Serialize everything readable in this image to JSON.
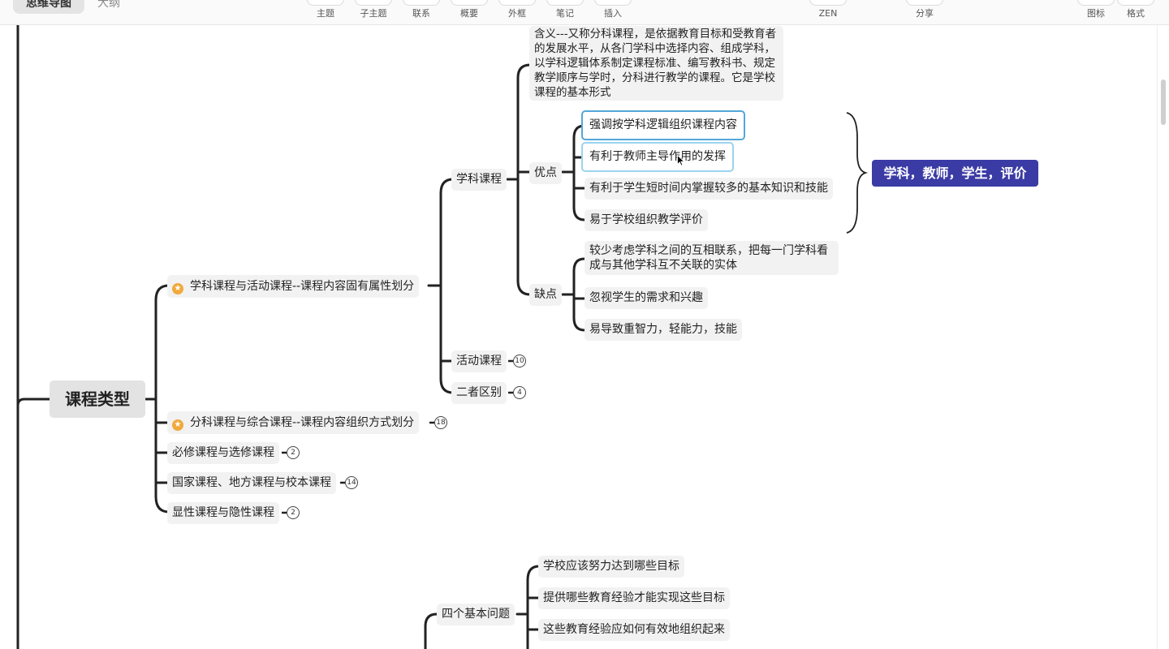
{
  "toolbar": {
    "tabs": [
      {
        "label": "思维导图",
        "active": true
      },
      {
        "label": "大纲",
        "active": false
      }
    ],
    "tools": [
      {
        "label": "主题",
        "icon": "topic-icon"
      },
      {
        "label": "子主题",
        "icon": "subtopic-icon"
      },
      {
        "label": "联系",
        "icon": "relationship-icon"
      },
      {
        "label": "概要",
        "icon": "summary-icon"
      },
      {
        "label": "外框",
        "icon": "boundary-icon"
      },
      {
        "label": "笔记",
        "icon": "note-icon"
      },
      {
        "label": "插入",
        "icon": "insert-icon"
      },
      {
        "label": "ZEN",
        "icon": "zen-icon"
      },
      {
        "label": "分享",
        "icon": "share-icon"
      },
      {
        "label": "图标",
        "icon": "sticker-icon"
      },
      {
        "label": "格式",
        "icon": "format-icon"
      }
    ]
  },
  "map": {
    "root": {
      "label": "课程类型"
    },
    "branch1": {
      "label": "学科课程与活动课程--课程内容固有属性划分",
      "subject": {
        "label": "学科课程",
        "meaning": "含义---又称分科课程，是依据教育目标和受教育者的发展水平，从各门学科中选择内容、组成学科，以学科逻辑体系制定课程标准、编写教科书、规定教学顺序与学时，分科进行教学的课程。它是学校课程的基本形式",
        "pros": {
          "label": "优点",
          "items": [
            "强调按学科逻辑组织课程内容",
            "有利于教师主导作用的发挥",
            "有利于学生短时间内掌握较多的基本知识和技能",
            "易于学校组织教学评价"
          ]
        },
        "cons": {
          "label": "缺点",
          "items": [
            "较少考虑学科之间的互相联系，把每一门学科看成与其他学科互不关联的实体",
            "忽视学生的需求和兴趣",
            "易导致重智力，轻能力，技能"
          ]
        }
      },
      "activity": {
        "label": "活动课程",
        "count": "10"
      },
      "difference": {
        "label": "二者区别",
        "count": "4"
      }
    },
    "summary": {
      "label": "学科，教师，学生，评价"
    },
    "branch2": {
      "label": "分科课程与综合课程--课程内容组织方式划分",
      "count": "18"
    },
    "branch3": {
      "label": "必修课程与选修课程",
      "count": "2"
    },
    "branch4": {
      "label": "国家课程、地方课程与校本课程",
      "count": "14"
    },
    "branch5": {
      "label": "显性课程与隐性课程",
      "count": "2"
    },
    "lower": {
      "label": "四个基本问题",
      "items": [
        "学校应该努力达到哪些目标",
        "提供哪些教育经验才能实现这些目标",
        "这些教育经验应如何有效地组织起来"
      ]
    }
  }
}
